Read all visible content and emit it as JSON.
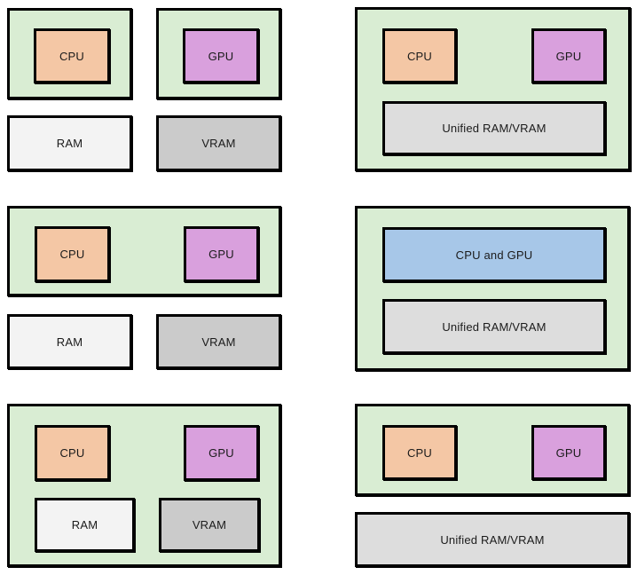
{
  "colors": {
    "package_green": "#d9edd3",
    "cpu_orange": "#f4c7a5",
    "gpu_purple": "#d9a0dd",
    "cpu_and_gpu_blue": "#a7c7e8",
    "ram_white": "#f3f3f3",
    "vram_gray": "#cbcbcb",
    "unified_memory_gray": "#dddddd",
    "outline_black": "#000000",
    "background_white": "#ffffff"
  },
  "panels": [
    {
      "position": "top-left",
      "cpu_label": "CPU",
      "gpu_label": "GPU",
      "ram_label": "RAM",
      "vram_label": "VRAM"
    },
    {
      "position": "top-right",
      "cpu_label": "CPU",
      "gpu_label": "GPU",
      "unified_label": "Unified RAM/VRAM"
    },
    {
      "position": "middle-left",
      "cpu_label": "CPU",
      "gpu_label": "GPU",
      "ram_label": "RAM",
      "vram_label": "VRAM"
    },
    {
      "position": "middle-right",
      "cpu_gpu_label": "CPU and GPU",
      "unified_label": "Unified RAM/VRAM"
    },
    {
      "position": "bottom-left",
      "cpu_label": "CPU",
      "gpu_label": "GPU",
      "ram_label": "RAM",
      "vram_label": "VRAM"
    },
    {
      "position": "bottom-right",
      "cpu_label": "CPU",
      "gpu_label": "GPU",
      "unified_label": "Unified RAM/VRAM"
    }
  ]
}
